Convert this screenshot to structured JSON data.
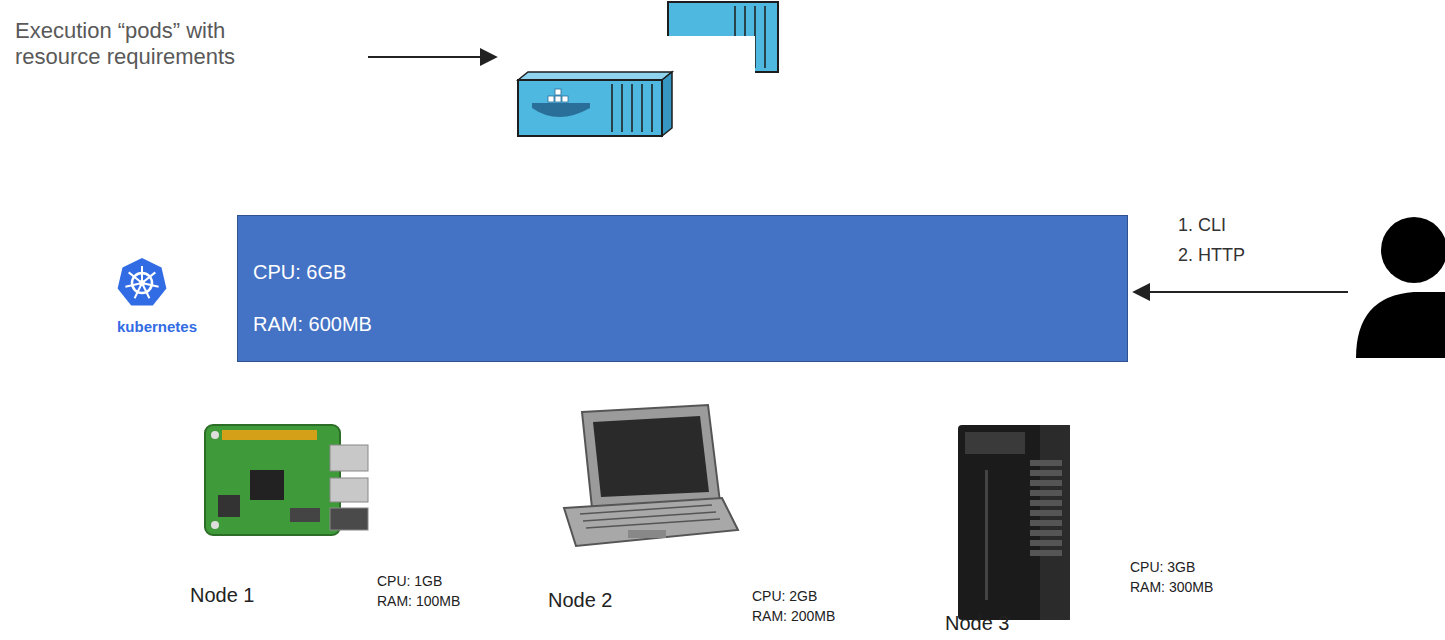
{
  "diagram": {
    "nodes": [
      {
        "text": [
          "CPU: 6GB",
          "RAM: 600MB"
        ]
      }
    ],
    "labels": [
      "Execution “pods” with resource requirements",
      "kubernetes",
      "1. CLI",
      "2. HTTP",
      "CPU: 1GB",
      "RAM: 100MB",
      "Node 1",
      "CPU: 2GB",
      "RAM: 200MB",
      "Node 2",
      "CPU: 3GB",
      "RAM: 300MB",
      "Node 3"
    ]
  }
}
